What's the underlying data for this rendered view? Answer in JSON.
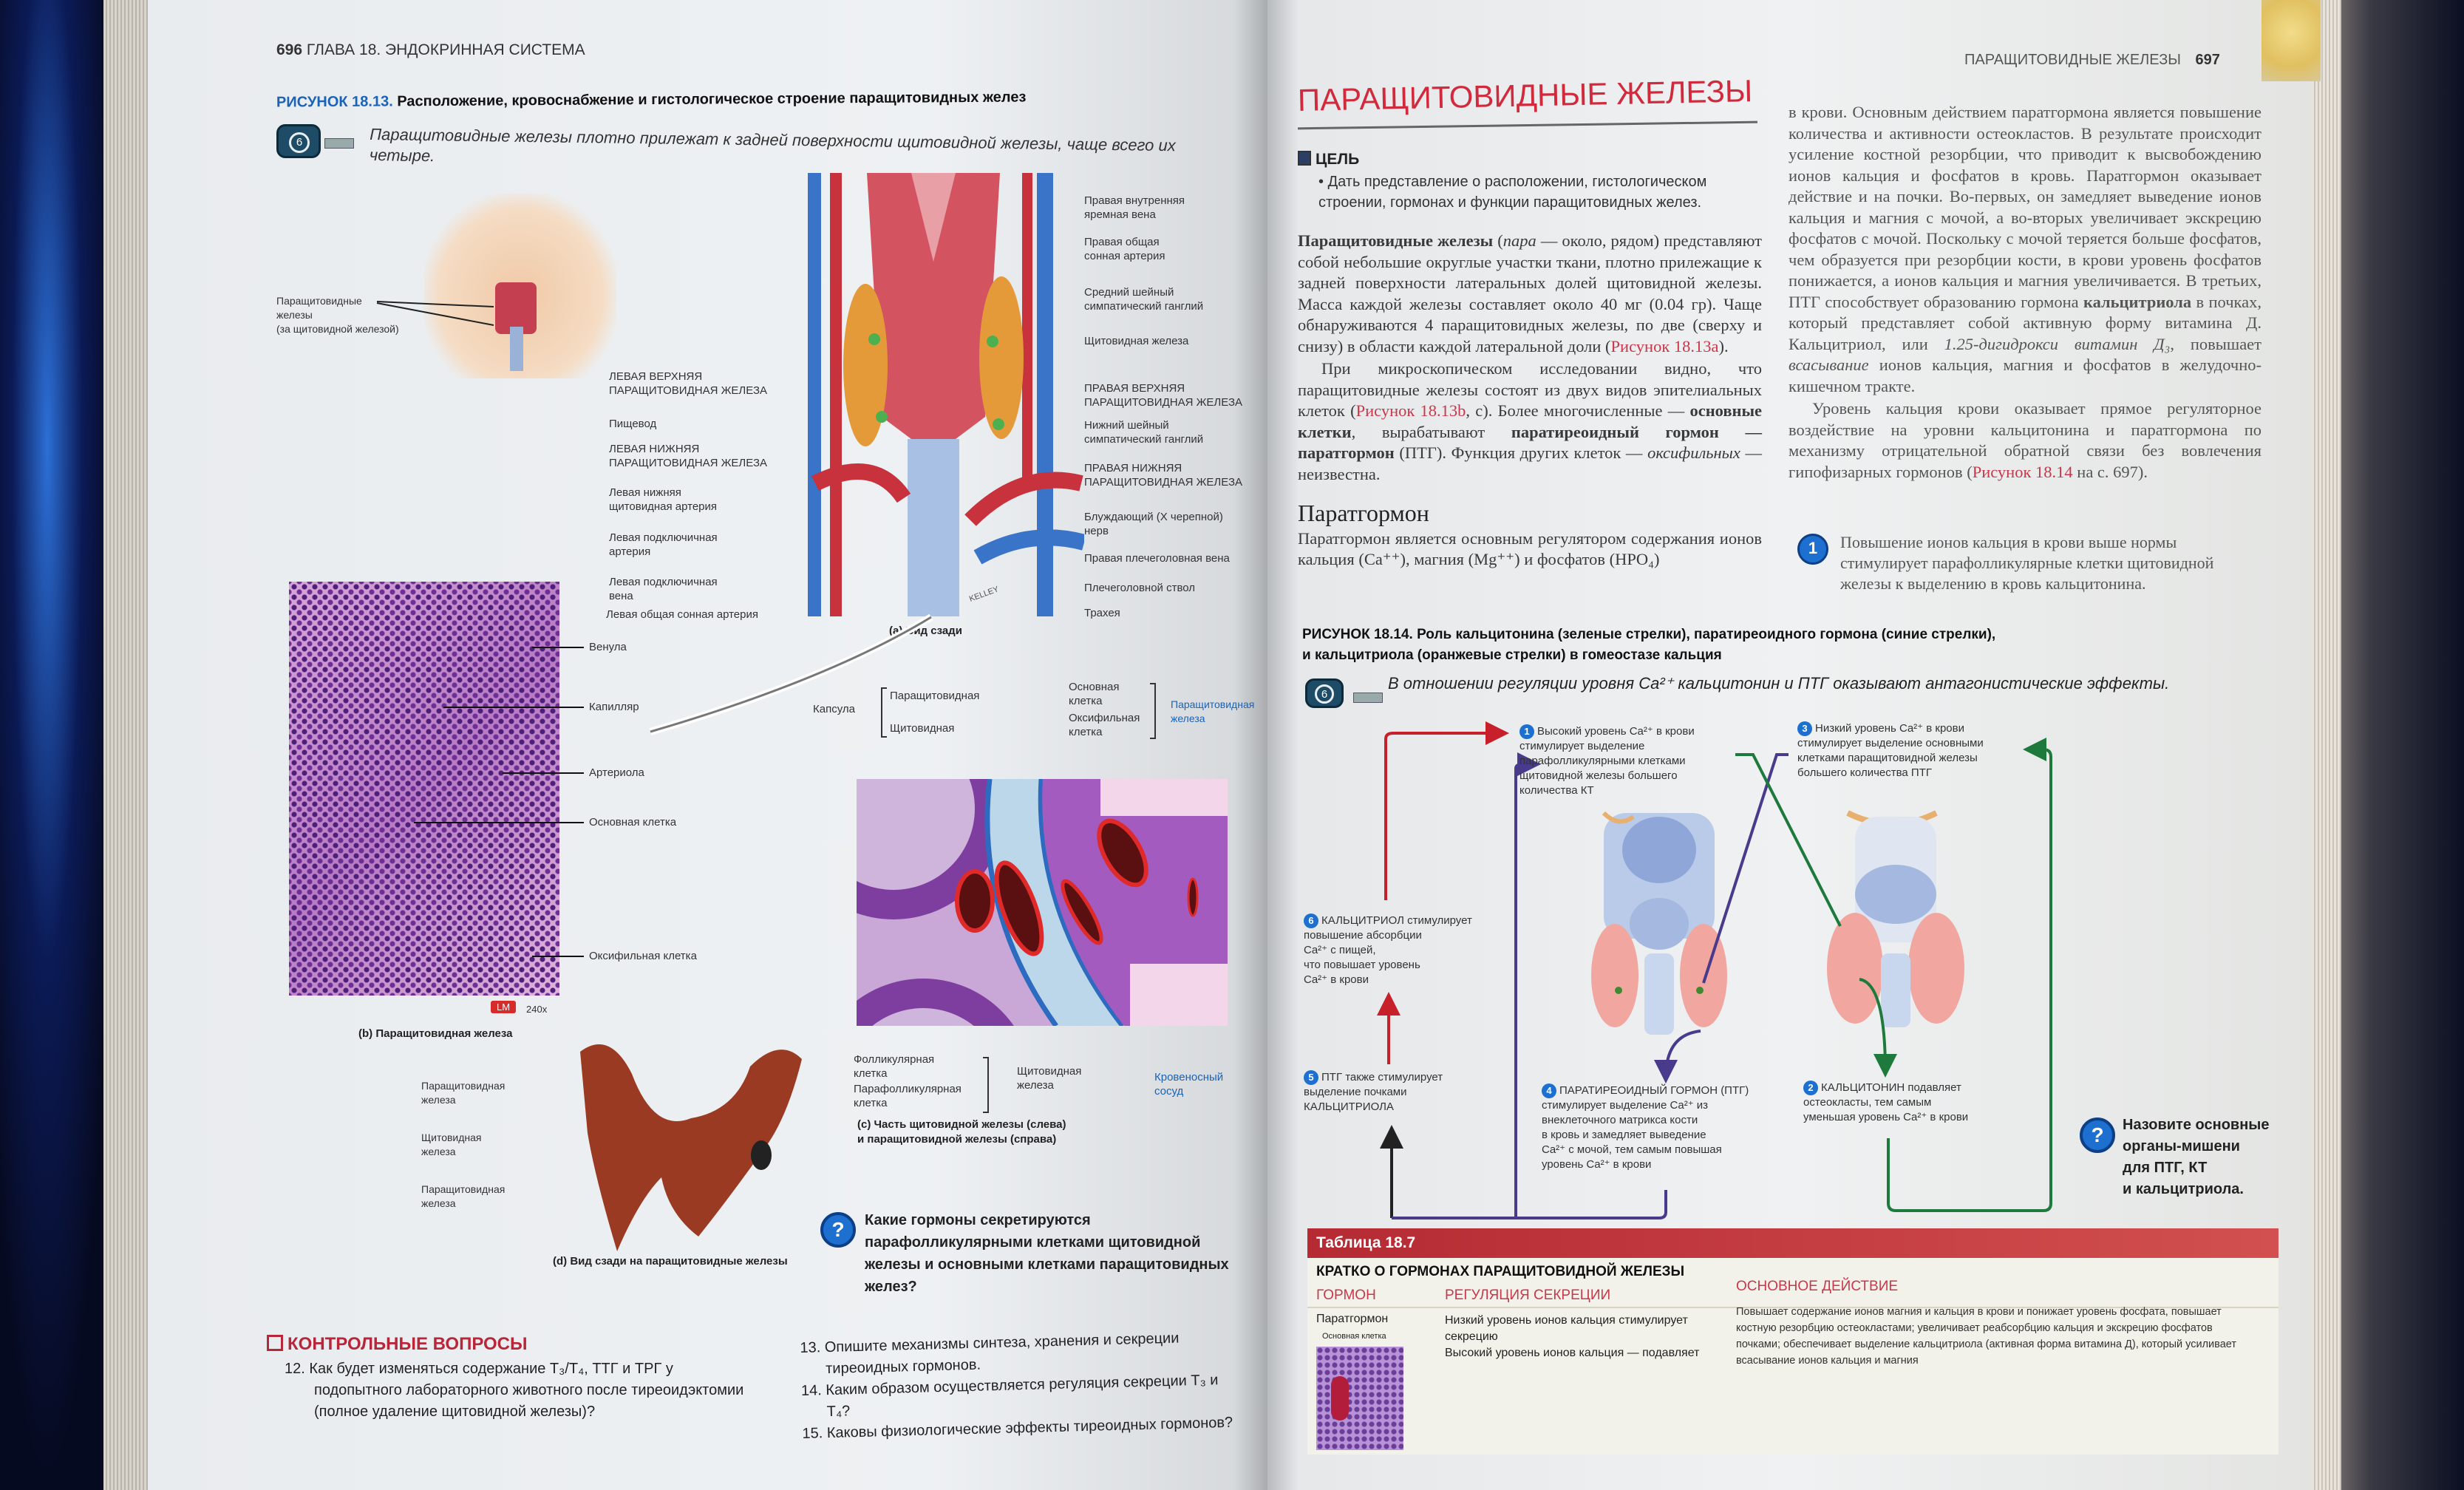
{
  "left_page": {
    "header": {
      "page_number": "696",
      "chapter": "ГЛАВА 18. ЭНДОКРИННАЯ СИСТЕМА"
    },
    "figure": {
      "label": "РИСУНОК 18.13.",
      "title": "Расположение, кровоснабжение и гистологическое строение паращитовидных желез",
      "key_text": "Паращитовидные железы плотно прилежат к задней поверхности щитовидной железы, чаще всего их четыре.",
      "key_icon": "key-6-icon",
      "neck_label": "Паращитовидные\nжелезы\n(за щитовидной железой)",
      "panel_a": {
        "caption": "(a) Вид сзади",
        "right_labels": [
          "Правая внутренняя\nяремная вена",
          "Правая общая\nсонная артерия",
          "Средний шейный\nсимпатический ганглий",
          "Щитовидная железа",
          "ПРАВАЯ ВЕРХНЯЯ\nПАРАЩИТОВИДНАЯ ЖЕЛЕЗА",
          "Нижний шейный\nсимпатический ганглий",
          "ПРАВАЯ НИЖНЯЯ\nПАРАЩИТОВИДНАЯ ЖЕЛЕЗА",
          "Блуждающий (X черепной)\nнерв",
          "Правая плечеголовная вена",
          "Плечеголовной ствол",
          "Трахея"
        ],
        "left_labels": [
          "ЛЕВАЯ ВЕРХНЯЯ\nПАРАЩИТОВИДНАЯ ЖЕЛЕЗА",
          "Пищевод",
          "ЛЕВАЯ НИЖНЯЯ\nПАРАЩИТОВИДНАЯ ЖЕЛЕЗА",
          "Левая нижняя\nщитовидная артерия",
          "Левая подключичная\nартерия",
          "Левая подключичная\nвена",
          "Левая общая сонная артерия"
        ],
        "signature": "KELLEY"
      },
      "panel_b": {
        "caption": "(b) Паращитовидная железа",
        "labels": [
          "Венула",
          "Капилляр",
          "Артериола",
          "Основная клетка",
          "Оксифильная клетка"
        ],
        "badge": "LM",
        "magnification": "240x"
      },
      "panel_c": {
        "caption": "(c) Часть щитовидной железы (слева)\nи паращитовидной железы (справа)",
        "capsule": "Капсула",
        "capsule_parathyroid": "Паращитовидная",
        "capsule_thyroid": "Щитовидная",
        "chief_cell": "Основная\nклетка",
        "oxyphil_cell": "Оксифильная\nклетка",
        "parathyroid_gland": "Паращитовидная\nжелеза",
        "follicular_cell": "Фолликулярная\nклетка",
        "parafollicular_cell": "Парафолликулярная\nклетка",
        "thyroid_gland": "Щитовидная\nжелеза",
        "blood_vessel": "Кровеносный\nсосуд"
      },
      "panel_d": {
        "caption": "(d) Вид сзади на паращитовидные железы",
        "labels": [
          "Паращитовидная\nжелеза",
          "Щитовидная\nжелеза",
          "Паращитовидная\nжелеза"
        ]
      }
    },
    "question": {
      "icon": "?",
      "text": "Какие гормоны секретируются парафолликулярными клетками щитовидной железы и основными клетками паращитовидных желез?"
    },
    "review": {
      "title": "КОНТРОЛЬНЫЕ ВОПРОСЫ",
      "items": [
        {
          "num": "12.",
          "text": "Как будет изменяться содержание T₃/T₄, ТТГ и ТРГ у подопытного лабораторного животного после тиреоидэктомии (полное удаление щитовидной железы)?"
        },
        {
          "num": "13.",
          "text": "Опишите механизмы синтеза, хранения и секреции тиреоидных гормонов."
        },
        {
          "num": "14.",
          "text": "Каким образом осуществляется регуляция секреции T₃ и T₄?"
        },
        {
          "num": "15.",
          "text": "Каковы физиологические эффекты тиреоидных гормонов?"
        }
      ]
    }
  },
  "right_page": {
    "header": {
      "section": "ПАРАЩИТОВИДНЫЕ ЖЕЛЕЗЫ",
      "page_number": "697"
    },
    "title": "ПАРАЩИТОВИДНЫЕ ЖЕЛЕЗЫ",
    "goal": {
      "label": "ЦЕЛЬ",
      "bullet": "Дать представление о расположении, гистологическом строении, гормонах и функции паращитовидных желез."
    },
    "col1": {
      "p1_bold": "Паращитовидные железы",
      "p1_a": " (",
      "p1_italic": "пара",
      "p1_b": " — около, рядом) представляют собой небольшие округлые участки ткани, плотно прилежащие к задней поверхности латеральных долей щитовидной железы. Масса каждой железы составляет около 40 мг (0.04 гр). Чаще обнаруживаются 4 паращитовидных железы, по две (сверху и снизу) в области каждой латеральной доли (",
      "p1_link": "Рисунок 18.13a",
      "p1_c": ").",
      "p2_a": "При микроскопическом исследовании видно, что паращитовидные железы состоят из двух видов эпителиальных клеток (",
      "p2_link": "Рисунок 18.13b",
      "p2_b": ", c). Более многочисленные — ",
      "p2_bold1": "основные клетки",
      "p2_c": ", вырабатывают ",
      "p2_bold2": "паратиреоидный гормон — паратгормон",
      "p2_d": " (ПТГ). Функция других клеток — ",
      "p2_italic": "оксифильных",
      "p2_e": " — неизвестна.",
      "subheading": "Паратгормон",
      "p3": "Паратгормон является основным регулятором содержания ионов кальция (Ca⁺⁺), магния (Mg⁺⁺) и фосфатов (HPO₄)"
    },
    "col2": {
      "p1_a": "в крови. Основным действием паратгормона является повышение количества и активности остеокластов. В результате происходит усиление костной резорбции, что приводит к высвобождению ионов кальция и фосфатов в кровь. Паратгормон оказывает действие и на почки. Во-первых, он замедляет выведение ионов кальция и магния с мочой, а во-вторых увеличивает экскрецию фосфатов с мочой. Поскольку с мочой теряется больше фосфатов, чем образуется при резорбции кости, в крови уровень фосфатов понижается, а ионов кальция и магния увеличивается. В третьих, ПТГ способствует образованию гормона ",
      "p1_bold": "кальцитриола",
      "p1_b": " в почках, который представляет собой активную форму витамина Д. Кальцитриол, или ",
      "p1_italic1": "1.25-дигидрокси витамин Д₃",
      "p1_c": ", повышает ",
      "p1_italic2": "всасывание",
      "p1_d": " ионов кальция, магния и фосфатов в желудочно-кишечном тракте.",
      "p2_a": "Уровень кальция крови оказывает прямое регуляторное воздействие на уровни кальцитонина и паратгормона по механизму отрицательной обратной связи без вовлечения гипофизарных гормонов (",
      "p2_link": "Рисунок 18.14",
      "p2_b": " на с. 697).",
      "note_num": "1",
      "note": "Повышение ионов кальция в крови выше нормы стимулирует парафолликулярные клетки щитовидной железы к выделению в кровь кальцитонина."
    },
    "figure": {
      "label": "РИСУНОК 18.14.",
      "title": "Роль кальцитонина (зеленые стрелки), паратиреоидного гормона (синие стрелки),\nи кальцитриола (оранжевые стрелки) в гомеостазе кальция",
      "key_text": "В отношении регуляции уровня Ca²⁺ кальцитонин и ПТГ оказывают антагонистические эффекты.",
      "steps": [
        {
          "num": "1",
          "text": "Высокий уровень Ca²⁺ в крови\nстимулирует выделение\nпарафолликулярными клетками\nщитовидной железы большего\nколичества КТ"
        },
        {
          "num": "2",
          "text": "КАЛЬЦИТОНИН подавляет\nостеокласты, тем самым\nуменьшая уровень Ca²⁺ в крови"
        },
        {
          "num": "3",
          "text": "Низкий уровень Ca²⁺ в крови\nстимулирует выделение основными\nклетками паращитовидной железы\nбольшего количества ПТГ"
        },
        {
          "num": "4",
          "text": "ПАРАТИРЕОИДНЫЙ ГОРМОН (ПТГ)\nстимулирует выделение Ca²⁺ из\nвнеклеточного матрикса кости\nв кровь и замедляет выведение\nCa²⁺ с мочой, тем самым повышая\nуровень Ca²⁺ в крови"
        },
        {
          "num": "5",
          "text": "ПТГ также стимулирует\nвыделение почками\nКАЛЬЦИТРИОЛА"
        },
        {
          "num": "6",
          "text": "КАЛЬЦИТРИОЛ стимулирует\nповышение абсорбции\nCa²⁺ с пищей,\nчто повышает уровень\nCa²⁺ в крови"
        }
      ],
      "question": "Назовите основные\nорганы-мишени\nдля ПТГ, КТ\nи кальцитриола.",
      "colors": {
        "calcitonin": "#1e7a3c",
        "pth": "#4a3a8c",
        "calcitriol": "#c8202a"
      }
    },
    "table": {
      "label": "Таблица 18.7",
      "title": "КРАТКО О ГОРМОНАХ ПАРАЩИТОВИДНОЙ ЖЕЛЕЗЫ",
      "columns": [
        "ГОРМОН",
        "РЕГУЛЯЦИЯ СЕКРЕЦИИ",
        "ОСНОВНОЕ ДЕЙСТВИЕ"
      ],
      "row": {
        "hormone": "Паратгормон",
        "cell_label": "Основная клетка",
        "regulation_1": "Низкий уровень ионов кальция стимулирует секрецию",
        "regulation_2": "Высокий уровень ионов кальция — подавляет",
        "action": "Повышает содержание ионов магния и кальция в крови и понижает уровень фосфата, повышает костную резорбцию остеокластами; увеличивает реабсорбцию кальция и экскрецию фосфатов почками; обеспечивает выделение кальцитриола (активная форма витамина Д), который усиливает всасывание ионов кальция и магния"
      },
      "header_color": "#c9383f"
    }
  }
}
